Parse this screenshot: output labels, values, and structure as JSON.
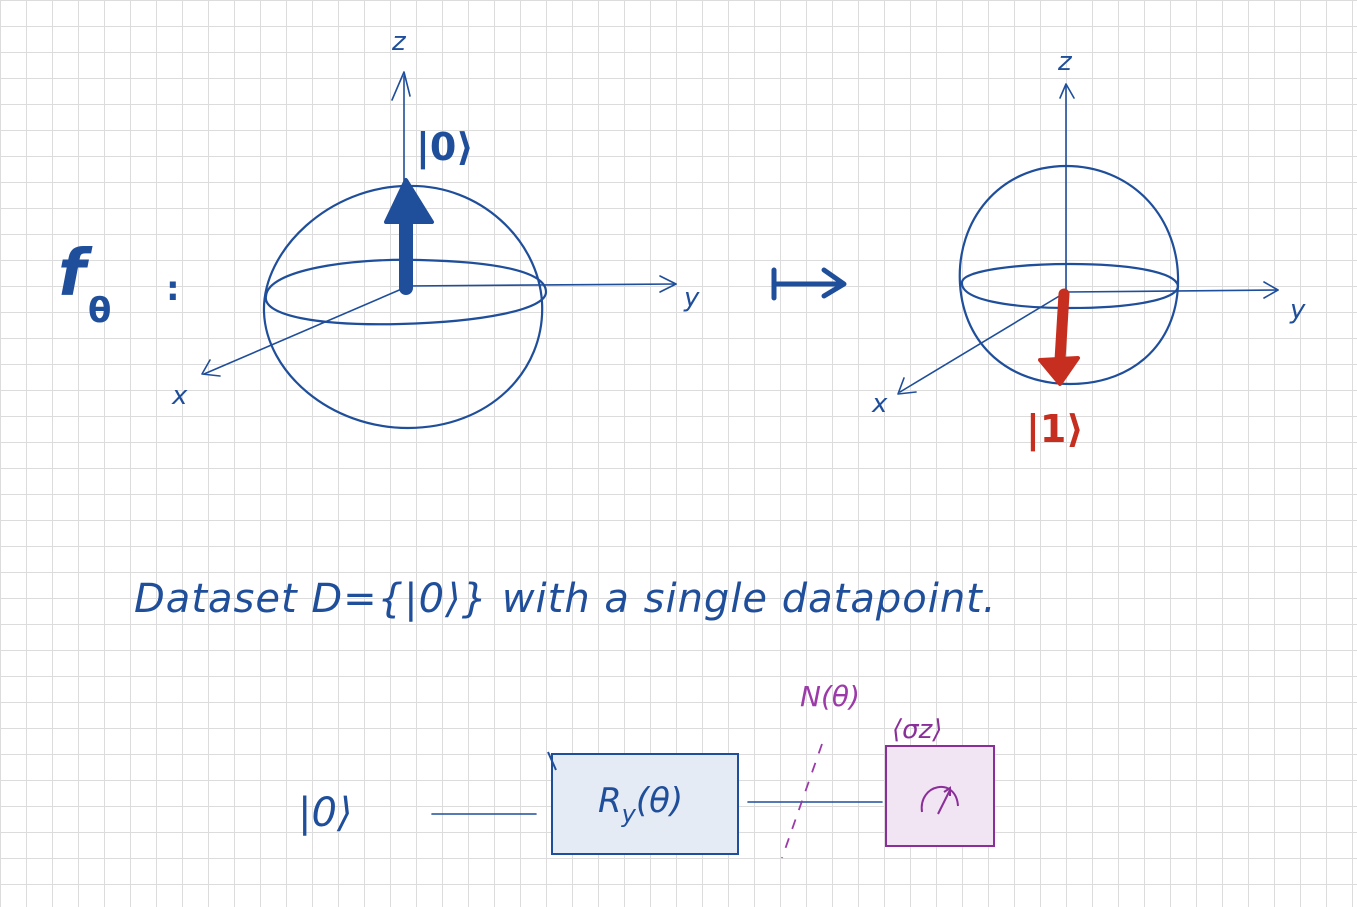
{
  "left_sphere": {
    "map_symbol": "f",
    "map_subscript": "θ",
    "colon": ":",
    "axis_z": "z",
    "axis_y": "y",
    "axis_x": "x",
    "state": "|0⟩"
  },
  "mapsto_symbol": "↦",
  "right_sphere": {
    "axis_z": "z",
    "axis_y": "y",
    "axis_x": "x",
    "state": "|1⟩"
  },
  "caption": "Dataset D={|0⟩} with a single datapoint.",
  "circuit": {
    "input_state": "|0⟩",
    "gate_label": "R",
    "gate_subscript": "y",
    "gate_argument": "(θ)",
    "noise_label": "N(θ)",
    "measure_label": "⟨σz⟩"
  },
  "colors": {
    "ink_blue": "#1f4e9a",
    "state0_blue": "#1f4e9a",
    "state1_red": "#c62f1f",
    "noise_purple": "#9b3aa8",
    "gate_fill": "#e4ebf4",
    "measure_fill": "#f1e4f3",
    "measure_stroke": "#8a2f99",
    "grid": "#dcdcdc"
  }
}
